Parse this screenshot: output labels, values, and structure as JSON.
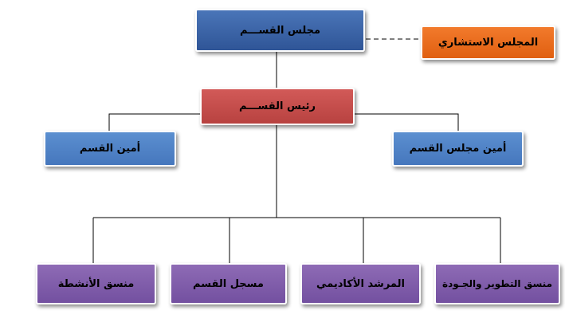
{
  "nodes": {
    "department_council": "مجلس القســـم",
    "advisory_council": "المجلس الاستشاري",
    "department_head": "رئيس القســـم",
    "department_secretary": "أمين القسم",
    "council_secretary": "أمين مجلس القسم",
    "development_quality_coordinator": "منسق التطوير والجـودة",
    "academic_advisor": "المرشد الأكاديمي",
    "department_registrar": "مسجل القسم",
    "activities_coordinator": "منسق الأنشطة"
  },
  "colors": {
    "council": "#2f5597",
    "head": "#b84240",
    "secretaries": "#4677bd",
    "advisory": "#e05f10",
    "coordinators": "#7350a0"
  }
}
